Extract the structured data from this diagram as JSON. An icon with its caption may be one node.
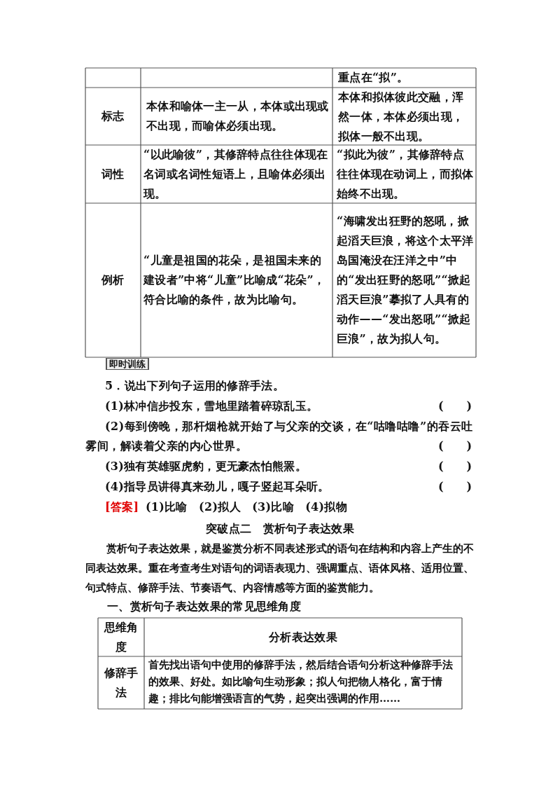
{
  "diagram": {
    "labels": [
      "重点在“拟”。",
      "标志",
      "本体和喻体一主一从，本体或出现或不出现，而喻体必须出现。",
      "本体和拟体彼此交融，浑然一体，本体必须出现，拟体一般不出现。",
      "词性",
      "“以此喻彼”，其修辞特点往往体现在名词或名词性短语上，且喻体必须出现。",
      "“拟此为彼”，其修辞特点往往体现在动词上，而拟体始终不出现。",
      "例析",
      "“儿童是祖国的花朵，是祖国未来的建设者”中将“儿童”比喻成“花朵”，符合比喻的条件，故为比喻句。",
      "“海啸发出狂野的怒吼，掀起滔天巨浪，将这个太平洋岛国淹没在汪洋之中”中的“发出狂野的怒吼”“掀起滔天巨浪”摹拟了人具有的动作——“发出怒吼”“掀起巨浪”，故为拟人句。",
      "即时训练",
      "5．说出下列句子运用的修辞手法。",
      "(1)林冲信步投东，雪地里踏着碎琼乱玉。",
      "(　　)",
      "(2)每到傍晚，那杆烟枪就开始了与父亲的交谈，在“咕噜咕噜”的吞云吐雾间，解读着父亲的内心世界。",
      "(　　)",
      "(3)独有英雄驱虎豹，更无豪杰怕熊罴。",
      "(　　)",
      "(4)指导员讲得真来劲儿，嘎子竖起耳朵听。",
      "(　　)",
      "[答案]",
      "(1)比喻　(2)拟人　(3)比喻　(4)拟物",
      "突破点二　赏析句子表达效果",
      "赏析句子表达效果，就是鉴赏分析不同表述形式的语句在结构和内容上产生的不同表达效果。重在考查考生对语句的词语表现力、强调重点、语体风格、适用位置、句式特点、修辞手法、节奏语气、内容情感等方面的鉴赏能力。",
      "一、赏析句子表达效果的常见思维角度",
      "思维角度",
      "分析表达效果",
      "修辞手法",
      "首先找出语句中使用的修辞手法，然后结合语句分析这种修辞手法的效果、好处。如比喻句生动形象；拟人句把物人格化，富于情趣；排比句能增强语言的气势，起突出强调的作用……"
    ]
  }
}
